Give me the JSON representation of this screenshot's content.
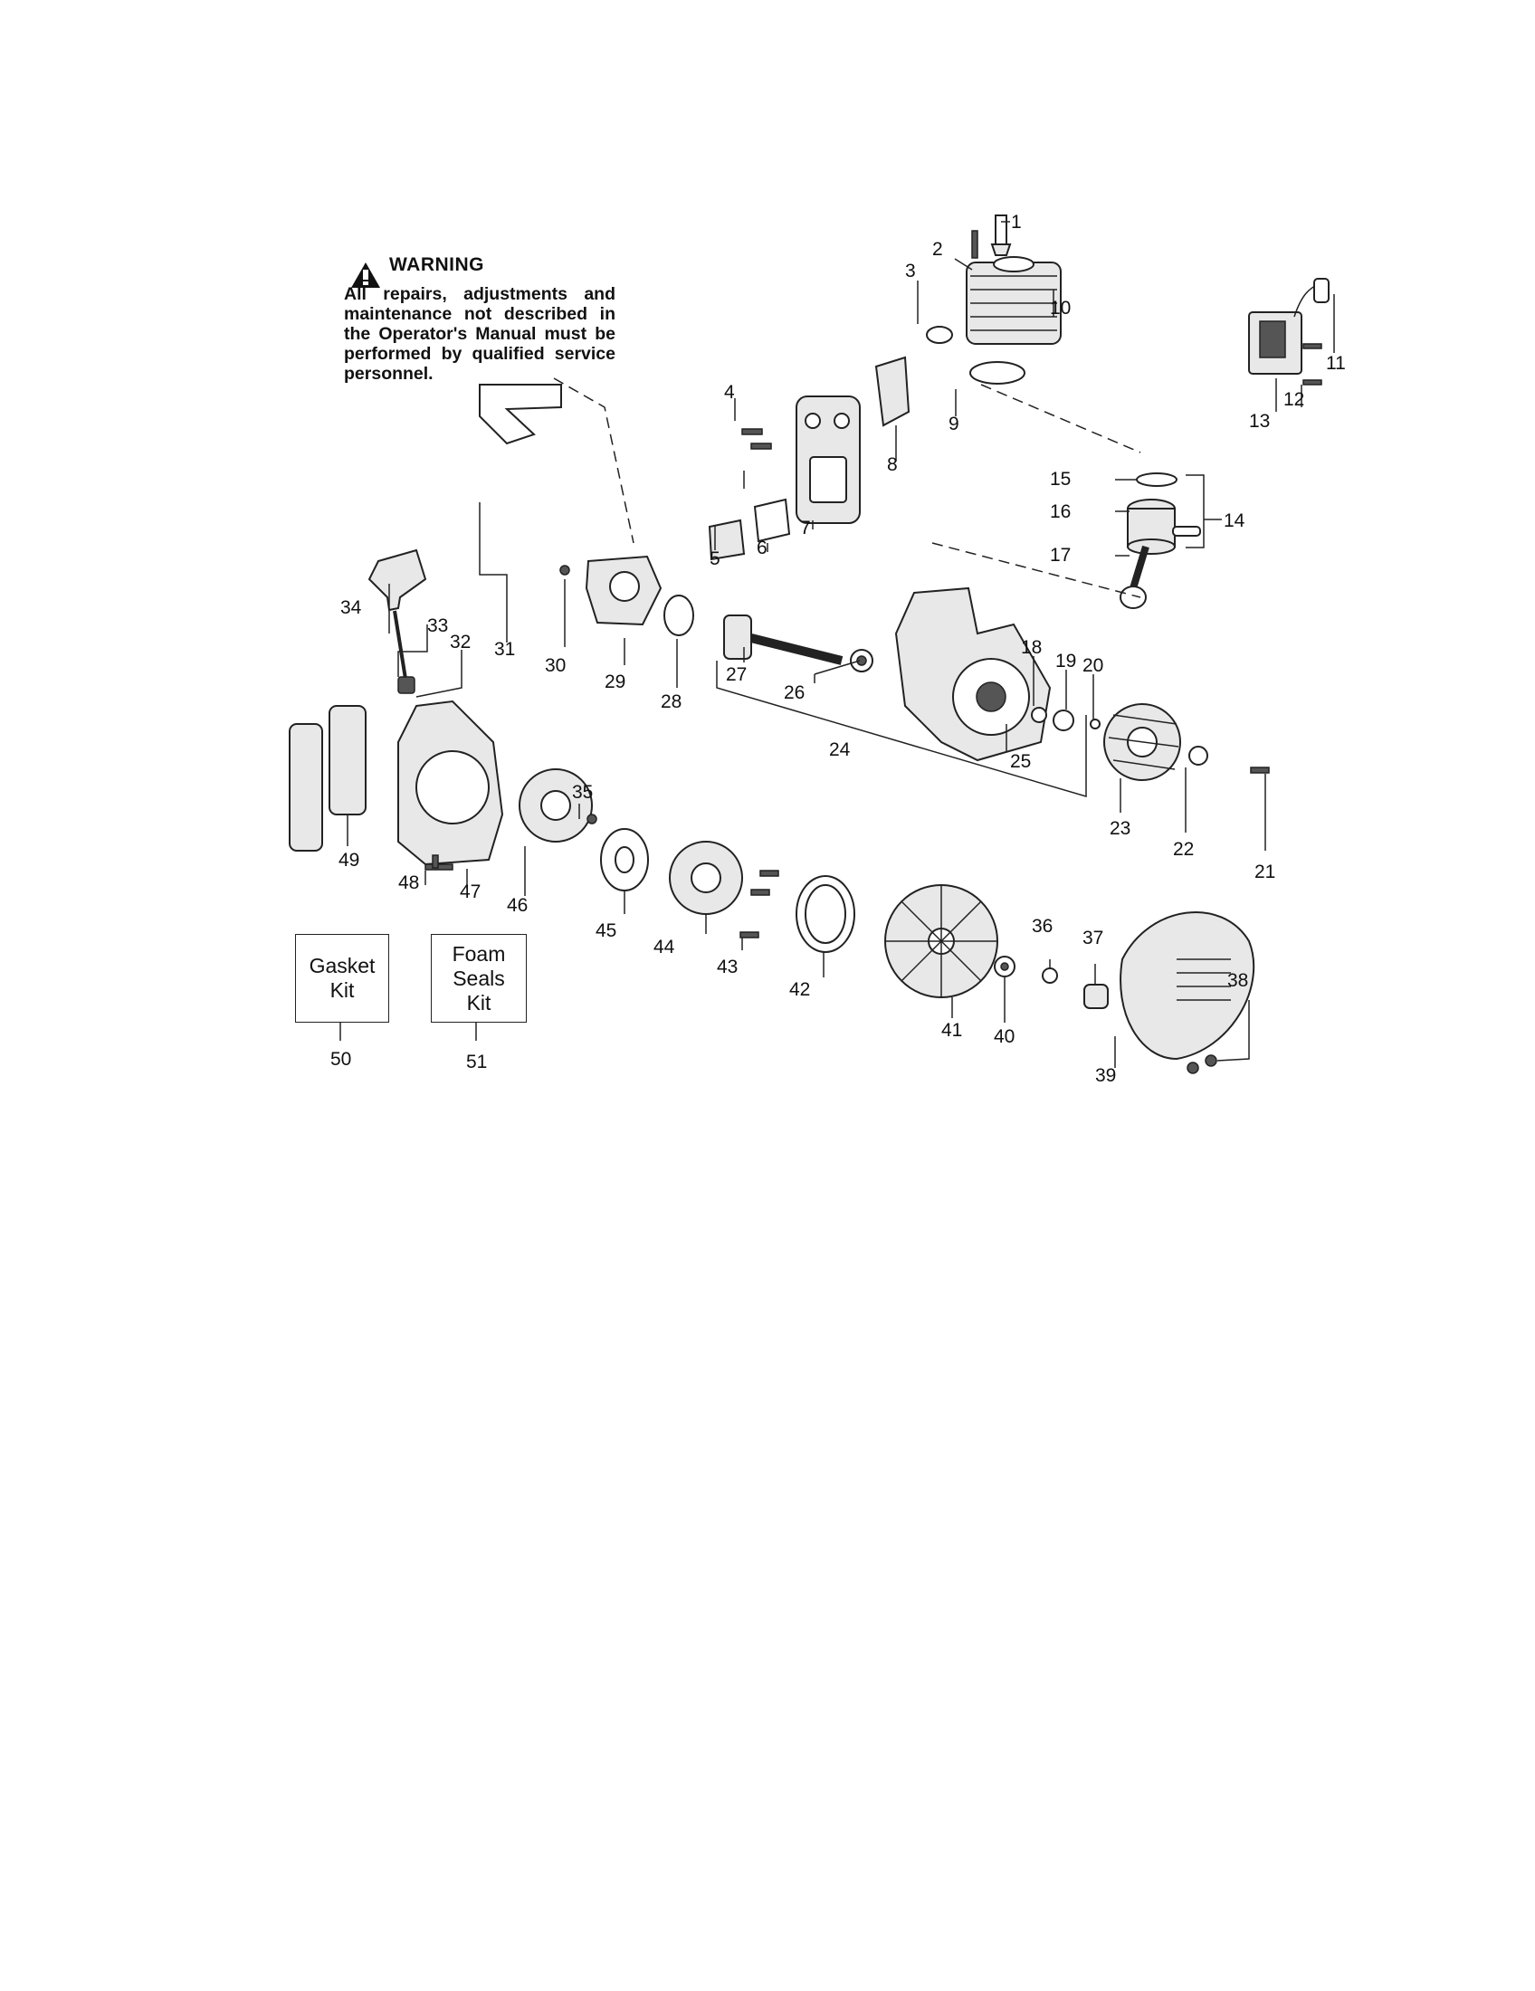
{
  "warning": {
    "title": "WARNING",
    "text": "All repairs, adjustments and maintenance not described in the Operator's Manual must be performed by qualified service personnel."
  },
  "kits": [
    {
      "label": "Gasket\nKit",
      "number": "50"
    },
    {
      "label": "Foam\nSeals\nKit",
      "number": "51"
    }
  ],
  "part_numbers": [
    "1",
    "2",
    "3",
    "4",
    "5",
    "6",
    "7",
    "8",
    "9",
    "10",
    "11",
    "12",
    "13",
    "14",
    "15",
    "16",
    "17",
    "18",
    "19",
    "20",
    "21",
    "22",
    "23",
    "24",
    "25",
    "26",
    "27",
    "28",
    "29",
    "30",
    "31",
    "32",
    "33",
    "34",
    "35",
    "36",
    "37",
    "38",
    "39",
    "40",
    "41",
    "42",
    "43",
    "44",
    "45",
    "46",
    "47",
    "48",
    "49"
  ]
}
